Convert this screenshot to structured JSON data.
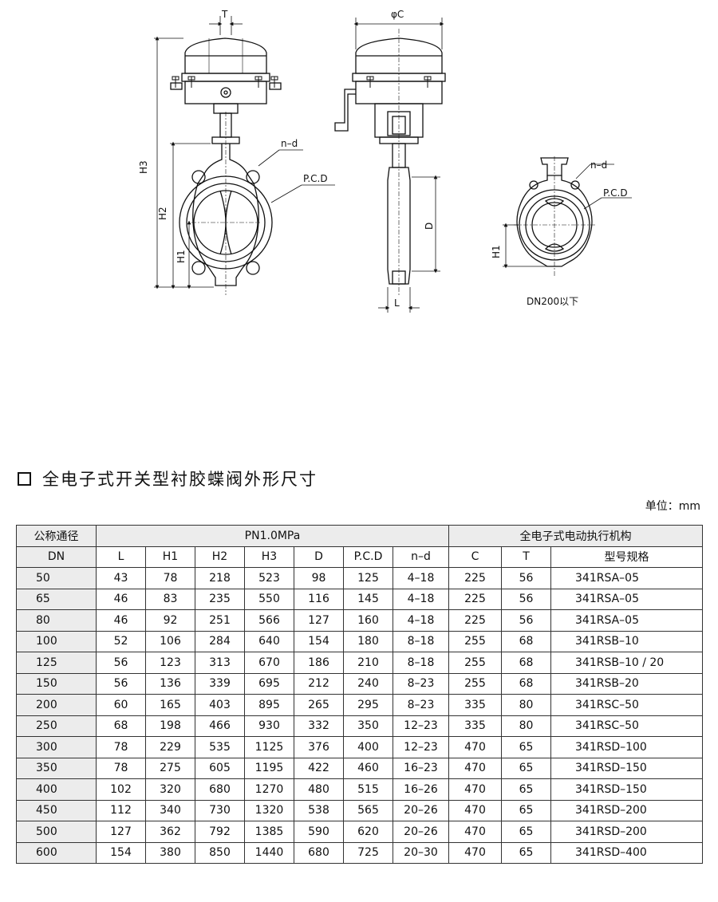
{
  "drawings": {
    "labels": {
      "T": "T",
      "phiC": "φC",
      "H3": "H3",
      "H2": "H2",
      "H1_left": "H1",
      "nd_left": "n–d",
      "pcd_left": "P.C.D",
      "D": "D",
      "L": "L",
      "nd_right": "n–d",
      "pcd_right": "P.C.D",
      "H1_right": "H1",
      "caption_small": "DN200以下"
    }
  },
  "section": {
    "title": "全电子式开关型衬胶蝶阀外形尺寸",
    "unit": "单位：mm"
  },
  "table": {
    "header_row1": {
      "nominal": "公称通径",
      "pressure": "PN1.0MPa",
      "actuator": "全电子式电动执行机构"
    },
    "header_row2": [
      "DN",
      "L",
      "H1",
      "H2",
      "H3",
      "D",
      "P.C.D",
      "n–d",
      "C",
      "T",
      "型号规格"
    ],
    "rows": [
      [
        "50",
        "43",
        "78",
        "218",
        "523",
        "98",
        "125",
        "4–18",
        "225",
        "56",
        "341RSA–05"
      ],
      [
        "65",
        "46",
        "83",
        "235",
        "550",
        "116",
        "145",
        "4–18",
        "225",
        "56",
        "341RSA–05"
      ],
      [
        "80",
        "46",
        "92",
        "251",
        "566",
        "127",
        "160",
        "4–18",
        "225",
        "56",
        "341RSA–05"
      ],
      [
        "100",
        "52",
        "106",
        "284",
        "640",
        "154",
        "180",
        "8–18",
        "255",
        "68",
        "341RSB–10"
      ],
      [
        "125",
        "56",
        "123",
        "313",
        "670",
        "186",
        "210",
        "8–18",
        "255",
        "68",
        "341RSB–10 / 20"
      ],
      [
        "150",
        "56",
        "136",
        "339",
        "695",
        "212",
        "240",
        "8–23",
        "255",
        "68",
        "341RSB–20"
      ],
      [
        "200",
        "60",
        "165",
        "403",
        "895",
        "265",
        "295",
        "8–23",
        "335",
        "80",
        "341RSC–50"
      ],
      [
        "250",
        "68",
        "198",
        "466",
        "930",
        "332",
        "350",
        "12–23",
        "335",
        "80",
        "341RSC–50"
      ],
      [
        "300",
        "78",
        "229",
        "535",
        "1125",
        "376",
        "400",
        "12–23",
        "470",
        "65",
        "341RSD–100"
      ],
      [
        "350",
        "78",
        "275",
        "605",
        "1195",
        "422",
        "460",
        "16–23",
        "470",
        "65",
        "341RSD–150"
      ],
      [
        "400",
        "102",
        "320",
        "680",
        "1270",
        "480",
        "515",
        "16–26",
        "470",
        "65",
        "341RSD–150"
      ],
      [
        "450",
        "112",
        "340",
        "730",
        "1320",
        "538",
        "565",
        "20–26",
        "470",
        "65",
        "341RSD–200"
      ],
      [
        "500",
        "127",
        "362",
        "792",
        "1385",
        "590",
        "620",
        "20–26",
        "470",
        "65",
        "341RSD–200"
      ],
      [
        "600",
        "154",
        "380",
        "850",
        "1440",
        "680",
        "725",
        "20–30",
        "470",
        "65",
        "341RSD–400"
      ]
    ]
  }
}
